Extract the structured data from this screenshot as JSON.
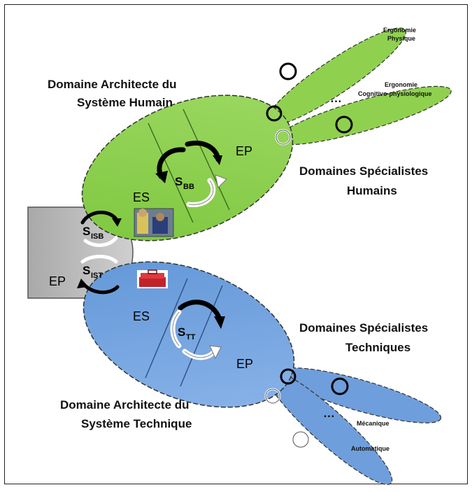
{
  "labels": {
    "human_architect_line1": "Domaine Architecte du",
    "human_architect_line2": "Système Humain",
    "technical_architect_line1": "Domaine Architecte du",
    "technical_architect_line2": "Système Technique",
    "human_specialists_line1": "Domaines Spécialistes",
    "human_specialists_line2": "Humains",
    "technical_specialists_line1": "Domaines Spécialistes",
    "technical_specialists_line2": "Techniques",
    "ergo_phys_line1": "Ergonomie",
    "ergo_phys_line2": "Physique",
    "ergo_cog_line1": "Ergonomie",
    "ergo_cog_line2": "Cognitivo-physiologique",
    "mecanique": "Mécanique",
    "automatique": "Automatique",
    "ellipsis_top": "…",
    "ellipsis_bottom": "…"
  },
  "nodes": {
    "ep_gray": "EP",
    "ep_green": "EP",
    "es_green": "ES",
    "ep_blue": "EP",
    "es_blue": "ES",
    "s_letter": "S",
    "s_bb_sub": "BB",
    "s_tt_sub": "TT",
    "s_isb_sub": "ISB",
    "s_ist_sub": "IST"
  },
  "colors": {
    "green": "#8fd14f",
    "blue": "#6f9edc",
    "gray": "#bfbfbf"
  },
  "icons": {
    "photo": "workers-photo-icon",
    "toolbox": "toolbox-icon"
  }
}
